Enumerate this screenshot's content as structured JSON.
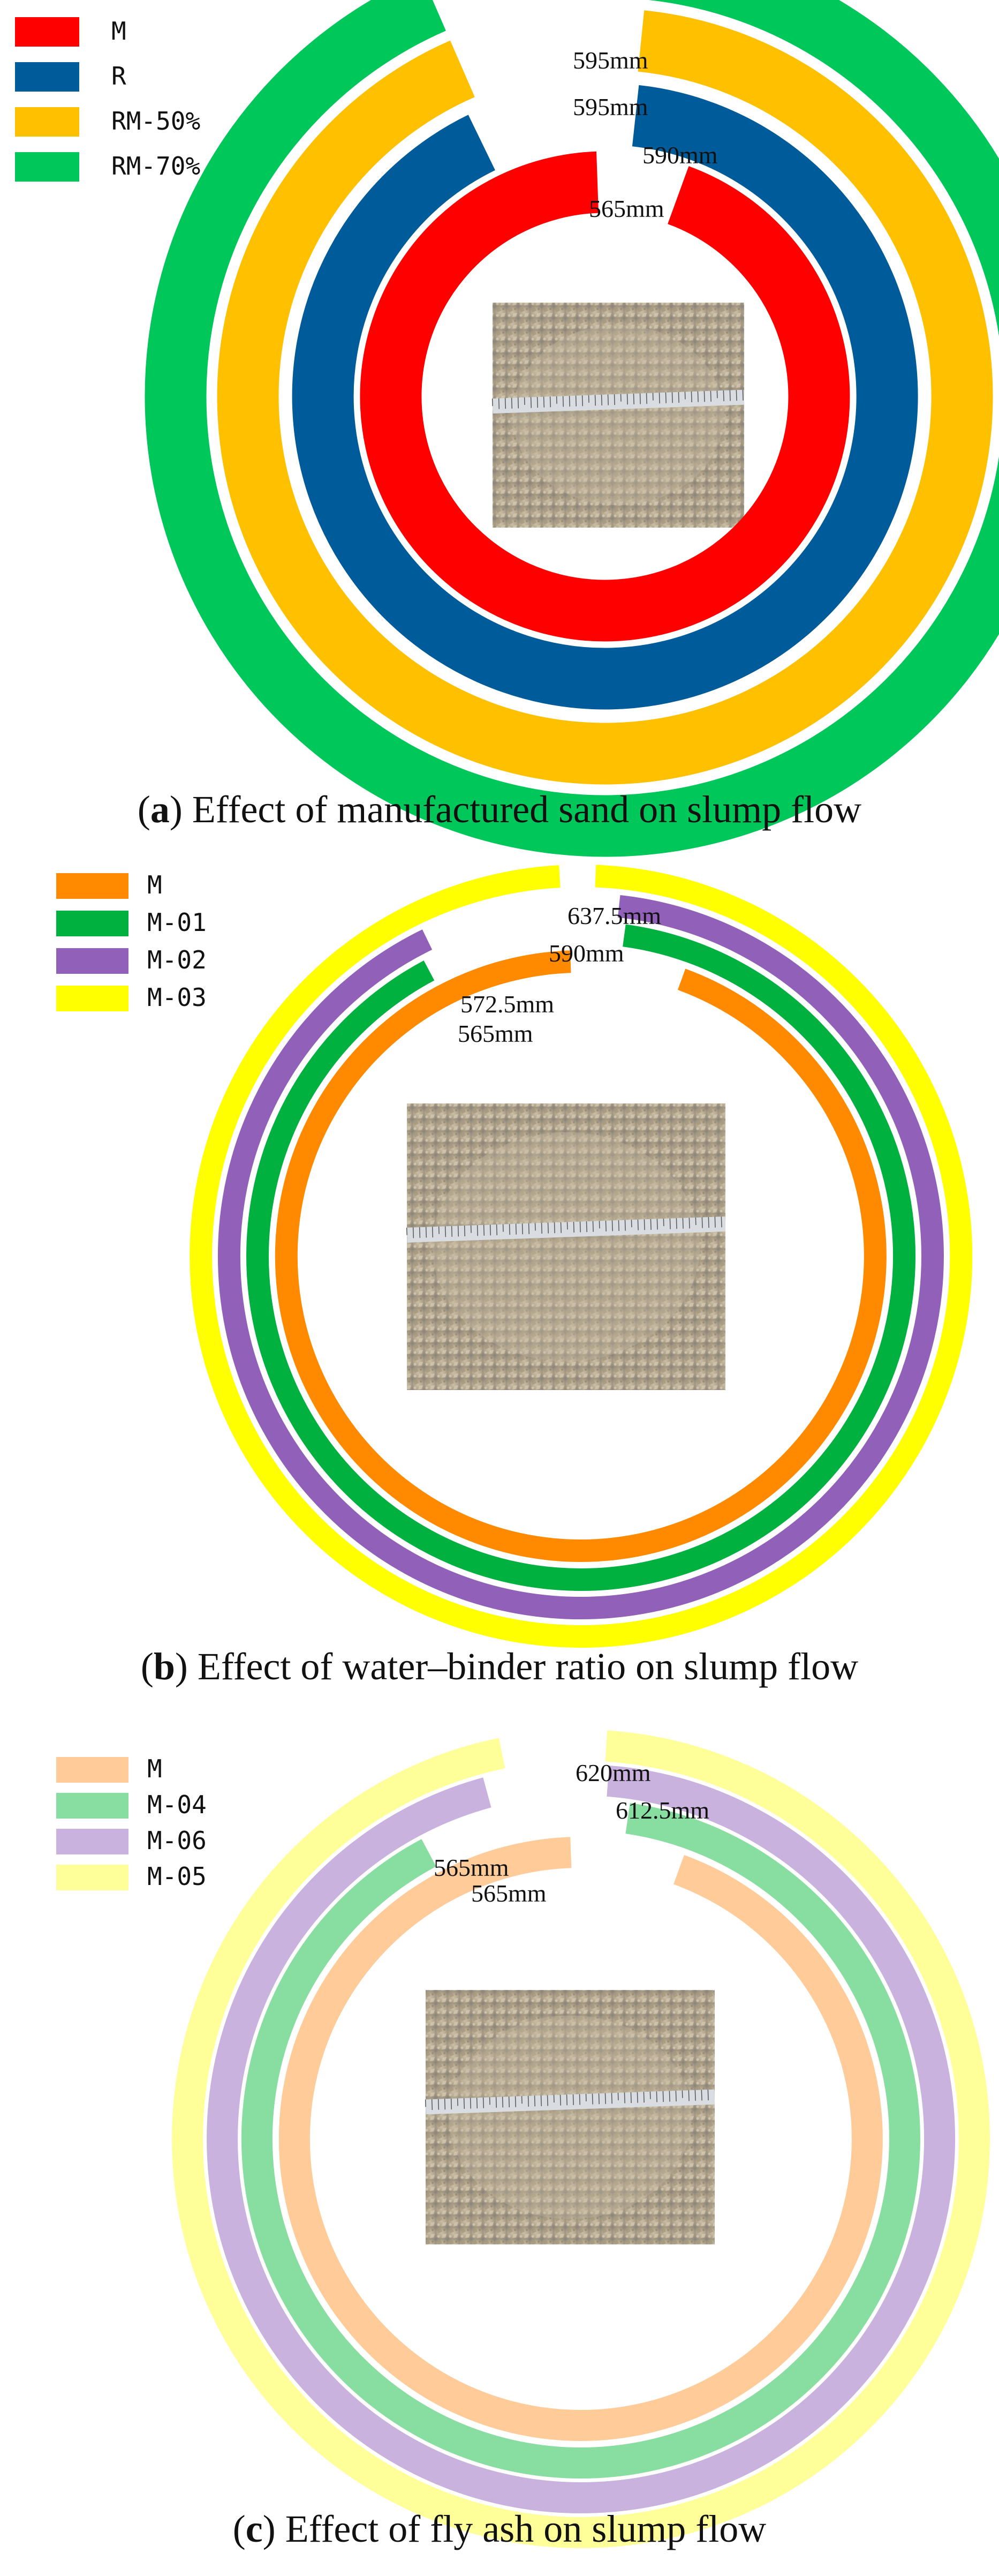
{
  "chart_data": [
    {
      "type": "radial-bar",
      "caption": {
        "label": "a",
        "text": "Effect of manufactured sand on slump flow"
      },
      "unit": "mm",
      "series": [
        {
          "name": "M",
          "value": 565,
          "color": "#FF0000",
          "value_label": "565mm"
        },
        {
          "name": "R",
          "value": 590,
          "color": "#005B9A",
          "value_label": "590mm"
        },
        {
          "name": "RM-50%",
          "value": 595,
          "color": "#FFC000",
          "value_label": "595mm"
        },
        {
          "name": "RM-70%",
          "value": 595,
          "color": "#00C75A",
          "value_label": "595mm"
        }
      ],
      "photo": "slump-flow-photo",
      "legend_position": "top-left"
    },
    {
      "type": "radial-bar",
      "caption": {
        "label": "b",
        "text": "Effect of water–binder ratio on slump flow"
      },
      "unit": "mm",
      "series": [
        {
          "name": "M",
          "value": 565,
          "color": "#FF8A00",
          "value_label": "565mm"
        },
        {
          "name": "M-01",
          "value": 572.5,
          "color": "#00B140",
          "value_label": "572.5mm"
        },
        {
          "name": "M-02",
          "value": 590,
          "color": "#9160B8",
          "value_label": "590mm"
        },
        {
          "name": "M-03",
          "value": 637.5,
          "color": "#FFFF00",
          "value_label": "637.5mm"
        }
      ],
      "photo": "slump-flow-photo",
      "legend_position": "top-left"
    },
    {
      "type": "radial-bar",
      "caption": {
        "label": "c",
        "text": "Effect of fly ash on slump flow"
      },
      "unit": "mm",
      "series": [
        {
          "name": "M",
          "value": 565,
          "color": "#FFCC99",
          "value_label": "565mm"
        },
        {
          "name": "M-04",
          "value": 565,
          "color": "#88DDA0",
          "value_label": "565mm"
        },
        {
          "name": "M-06",
          "value": 612.5,
          "color": "#C9B3DE",
          "value_label": "612.5mm"
        },
        {
          "name": "M-05",
          "value": 620,
          "color": "#FFFF99",
          "value_label": "620mm"
        }
      ],
      "photo": "slump-flow-photo",
      "legend_position": "top-left"
    }
  ]
}
